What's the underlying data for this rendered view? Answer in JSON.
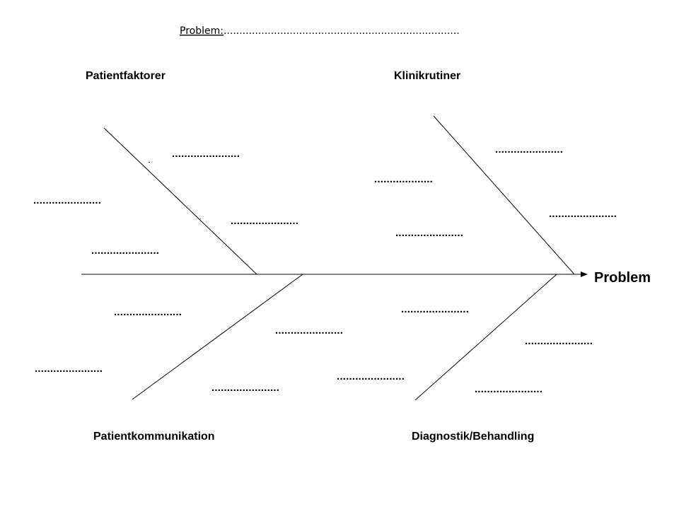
{
  "header": {
    "label": "Problem:",
    "blank": "..........................................................................."
  },
  "effect": "Problem",
  "categories": {
    "top_left": "Patientfaktorer",
    "top_right": "Klinikrutiner",
    "bottom_left": "Patientkommunikation",
    "bottom_right": "Diagnostik/Behandling"
  },
  "blanks": {
    "top_left": [
      "......................",
      "......................",
      "......................",
      "......................"
    ],
    "top_right": [
      "......................",
      "...................",
      "......................",
      "......................"
    ],
    "bottom_left": [
      "......................",
      "......................",
      "......................",
      "......................"
    ],
    "bottom_right": [
      "......................",
      "......................",
      "......................",
      "......................"
    ]
  }
}
